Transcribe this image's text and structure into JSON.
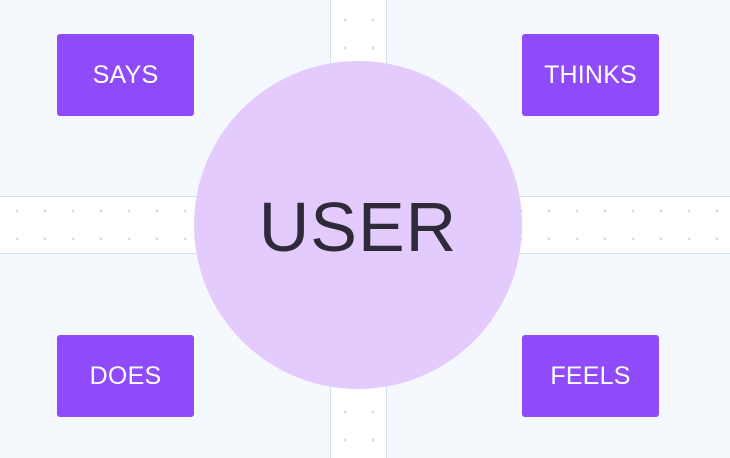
{
  "empathy_map": {
    "center": {
      "label": "USER"
    },
    "quadrants": {
      "top_left": {
        "label": "SAYS"
      },
      "top_right": {
        "label": "THINKS"
      },
      "bottom_left": {
        "label": "DOES"
      },
      "bottom_right": {
        "label": "FEELS"
      }
    }
  },
  "colors": {
    "label_box": "#8f4bfa",
    "label_text": "#ffffff",
    "center_circle": "#e3cbfd",
    "center_text": "#2f2a3a",
    "quadrant_fill": "#f5f9fd",
    "quadrant_border": "#cfe3f2",
    "gutter_fill": "#ffffff",
    "gutter_dots": "#d3dbe3"
  }
}
